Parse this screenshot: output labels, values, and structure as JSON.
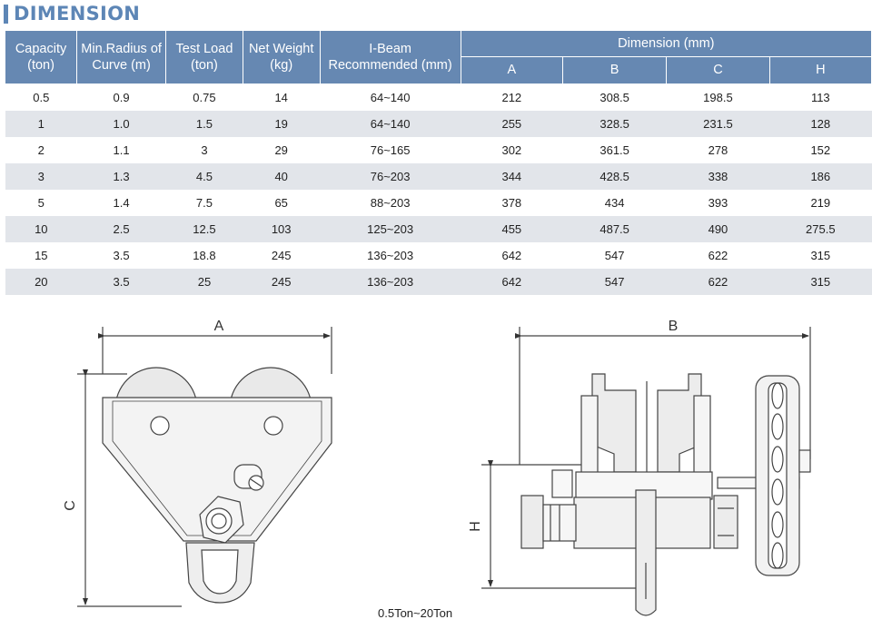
{
  "title": "DIMENSION",
  "table": {
    "headers": {
      "capacity": [
        "Capacity",
        "(ton)"
      ],
      "radius": [
        "Min.Radius of",
        "Curve (m)"
      ],
      "test_load": [
        "Test Load",
        "(ton)"
      ],
      "net_weight": [
        "Net Weight",
        "(kg)"
      ],
      "ibeam": [
        "I-Beam",
        "Recommended (mm)"
      ],
      "dimension": "Dimension (mm)",
      "dim_cols": [
        "A",
        "B",
        "C",
        "H"
      ]
    },
    "rows": [
      [
        "0.5",
        "0.9",
        "0.75",
        "14",
        "64~140",
        "212",
        "308.5",
        "198.5",
        "113"
      ],
      [
        "1",
        "1.0",
        "1.5",
        "19",
        "64~140",
        "255",
        "328.5",
        "231.5",
        "128"
      ],
      [
        "2",
        "1.1",
        "3",
        "29",
        "76~165",
        "302",
        "361.5",
        "278",
        "152"
      ],
      [
        "3",
        "1.3",
        "4.5",
        "40",
        "76~203",
        "344",
        "428.5",
        "338",
        "186"
      ],
      [
        "5",
        "1.4",
        "7.5",
        "65",
        "88~203",
        "378",
        "434",
        "393",
        "219"
      ],
      [
        "10",
        "2.5",
        "12.5",
        "103",
        "125~203",
        "455",
        "487.5",
        "490",
        "275.5"
      ],
      [
        "15",
        "3.5",
        "18.8",
        "245",
        "136~203",
        "642",
        "547",
        "622",
        "315"
      ],
      [
        "20",
        "3.5",
        "25",
        "245",
        "136~203",
        "642",
        "547",
        "622",
        "315"
      ]
    ]
  },
  "drawing": {
    "label_a": "A",
    "label_b": "B",
    "label_c": "C",
    "label_h": "H",
    "caption": "0.5Ton~20Ton"
  },
  "colors": {
    "accent": "#5d86b6",
    "header_bg": "#6688b2",
    "stripe": "#e2e5ea"
  }
}
